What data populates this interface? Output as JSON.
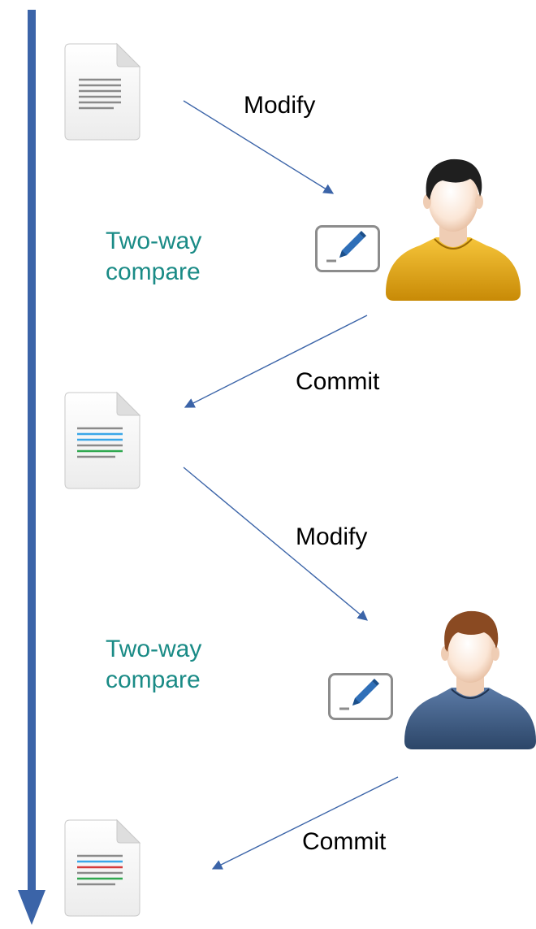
{
  "labels": {
    "modify_1": "Modify",
    "commit_1": "Commit",
    "modify_2": "Modify",
    "commit_2": "Commit",
    "compare_1": [
      "Two-way",
      "compare"
    ],
    "compare_2": [
      "Two-way",
      "compare"
    ]
  },
  "icons": {
    "document": "document-icon",
    "edit": "pencil-edit-icon",
    "user": "user-avatar-icon"
  },
  "colors": {
    "timeline": "#3b64a8",
    "connector": "#3b64a8",
    "compare_text": "#1a8b86",
    "line_gray": "#8a8a8a",
    "line_blue": "#3aa7e8",
    "line_green": "#2fa84f",
    "line_red": "#d43b3b",
    "user1_shirt": "#e0a611",
    "user1_hair": "#1f1f1f",
    "user2_shirt": "#3d5a82",
    "user2_hair": "#8a4a22"
  }
}
